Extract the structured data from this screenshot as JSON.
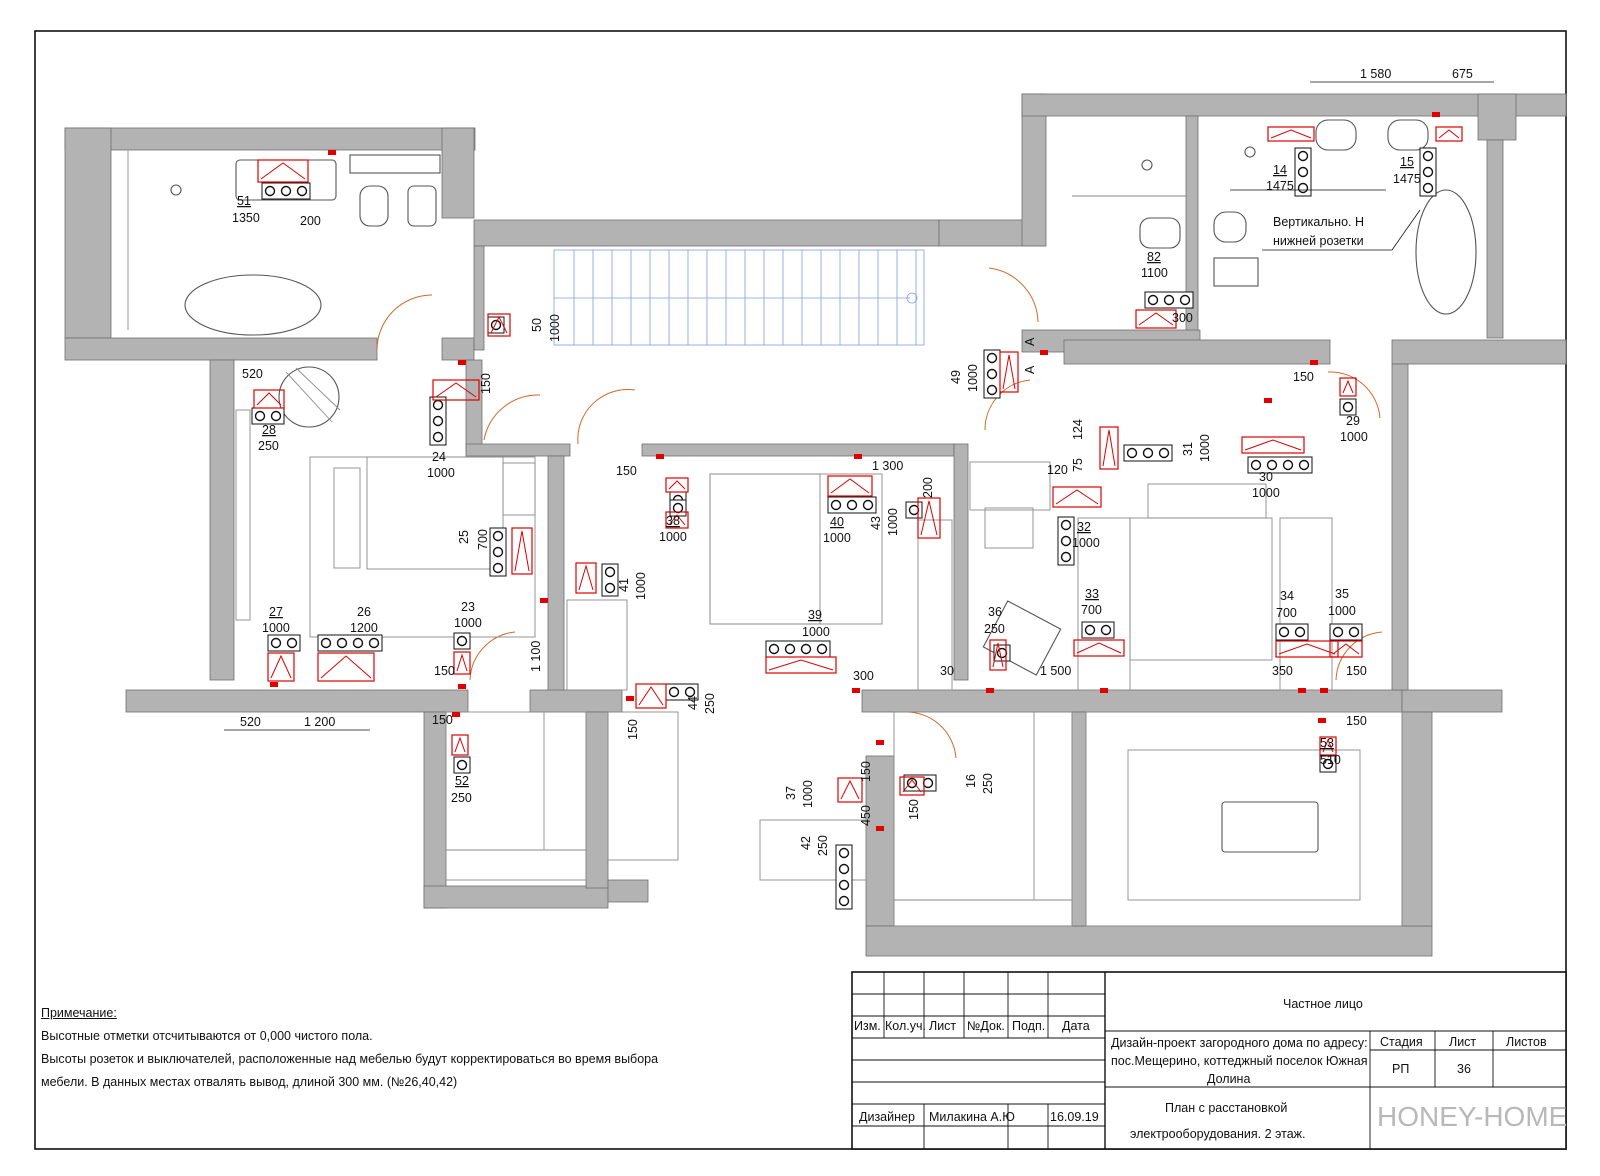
{
  "notes": {
    "heading": "Примечание:",
    "line1": "Высотные отметки отсчитываются от 0,000 чистого пола.",
    "line2": "Высоты розеток и выключателей, расположенные над мебелью будут корректироваться во время выбора",
    "line3": "мебели. В данных местах отвалять вывод, длиной 300 мм. (№26,40,42)"
  },
  "title_block": {
    "client": "Частное лицо",
    "headers": [
      "Изм.",
      "Кол.уч.",
      "Лист",
      "№Док.",
      "Подп.",
      "Дата"
    ],
    "project": [
      "Дизайн-проект загородного дома по адресу:",
      "пос.Мещерино, коттеджный поселок Южная",
      "Долина"
    ],
    "stage_label": "Стадия",
    "sheet_label": "Лист",
    "sheets_label": "Листов",
    "stage": "РП",
    "sheet": "36",
    "role": "Дизайнер",
    "designer": "Милакина А.Ю",
    "date": "16.09.19",
    "drawing_title": [
      "План с расстановкой",
      "электрооборудования. 2 этаж."
    ],
    "studio": "HONEY-HOME"
  },
  "annotation": {
    "line1": "Вертикально. Н",
    "line2": "нижней розетки"
  },
  "plan_labels": {
    "l51": "51",
    "l51h": "1350",
    "d200a": "200",
    "l50": "50",
    "l50h": "1000",
    "l24": "24",
    "l24h": "1000",
    "d150a": "150",
    "l28": "28",
    "l28h": "250",
    "d520a": "520",
    "l25": "25",
    "l25h": "700",
    "l27": "27",
    "l27h": "1000",
    "l26": "26",
    "l26h": "1200",
    "l23": "23",
    "l23h": "1000",
    "d150b": "150",
    "l52": "52",
    "l52h": "250",
    "d150c": "150",
    "d520b": "520",
    "d1200": "1 200",
    "l41": "41",
    "l41h": "1000",
    "d1100": "1 100",
    "l38": "38",
    "l38h": "1000",
    "d150d": "150",
    "l40": "40",
    "l40h": "1000",
    "d1300": "1 300",
    "l43": "43",
    "l43h": "1000",
    "d200b": "200",
    "l39": "39",
    "l39h": "1000",
    "d300": "300",
    "l44": "44",
    "l44h": "250",
    "d150e": "150",
    "l37": "37",
    "l37h": "1000",
    "d150f": "150",
    "l42": "42",
    "l42h": "250",
    "d450": "450",
    "l16": "16",
    "l16h": "250",
    "d150g": "150",
    "l49": "49",
    "l49h": "1000",
    "dA1": "A",
    "dA2": "A",
    "d124": "124",
    "d75": "75",
    "d120": "120",
    "l31": "31",
    "l31h": "1000",
    "l30": "30",
    "l30h": "1000",
    "l32": "32",
    "l32h": "1000",
    "l29": "29",
    "l29h": "1000",
    "d150h": "150",
    "l36": "36",
    "l36h": "250",
    "l33": "33",
    "l33h": "700",
    "d1500": "1 500",
    "d30": "30",
    "l34": "34",
    "l34h": "700",
    "l35": "35",
    "l35h": "1000",
    "d350": "350",
    "d150i": "150",
    "l53": "53",
    "l53h": "510",
    "d150j": "150",
    "l82": "82",
    "l82h": "1100",
    "d300b": "300",
    "l14": "14",
    "l14h": "1475",
    "l15": "15",
    "l15h": "1475",
    "d1580": "1 580",
    "d675": "675"
  },
  "colors": {
    "wall": "#b3b3b3",
    "outlet": "#e00000",
    "door": "#d06a2a",
    "stair": "#7f9fe0"
  }
}
